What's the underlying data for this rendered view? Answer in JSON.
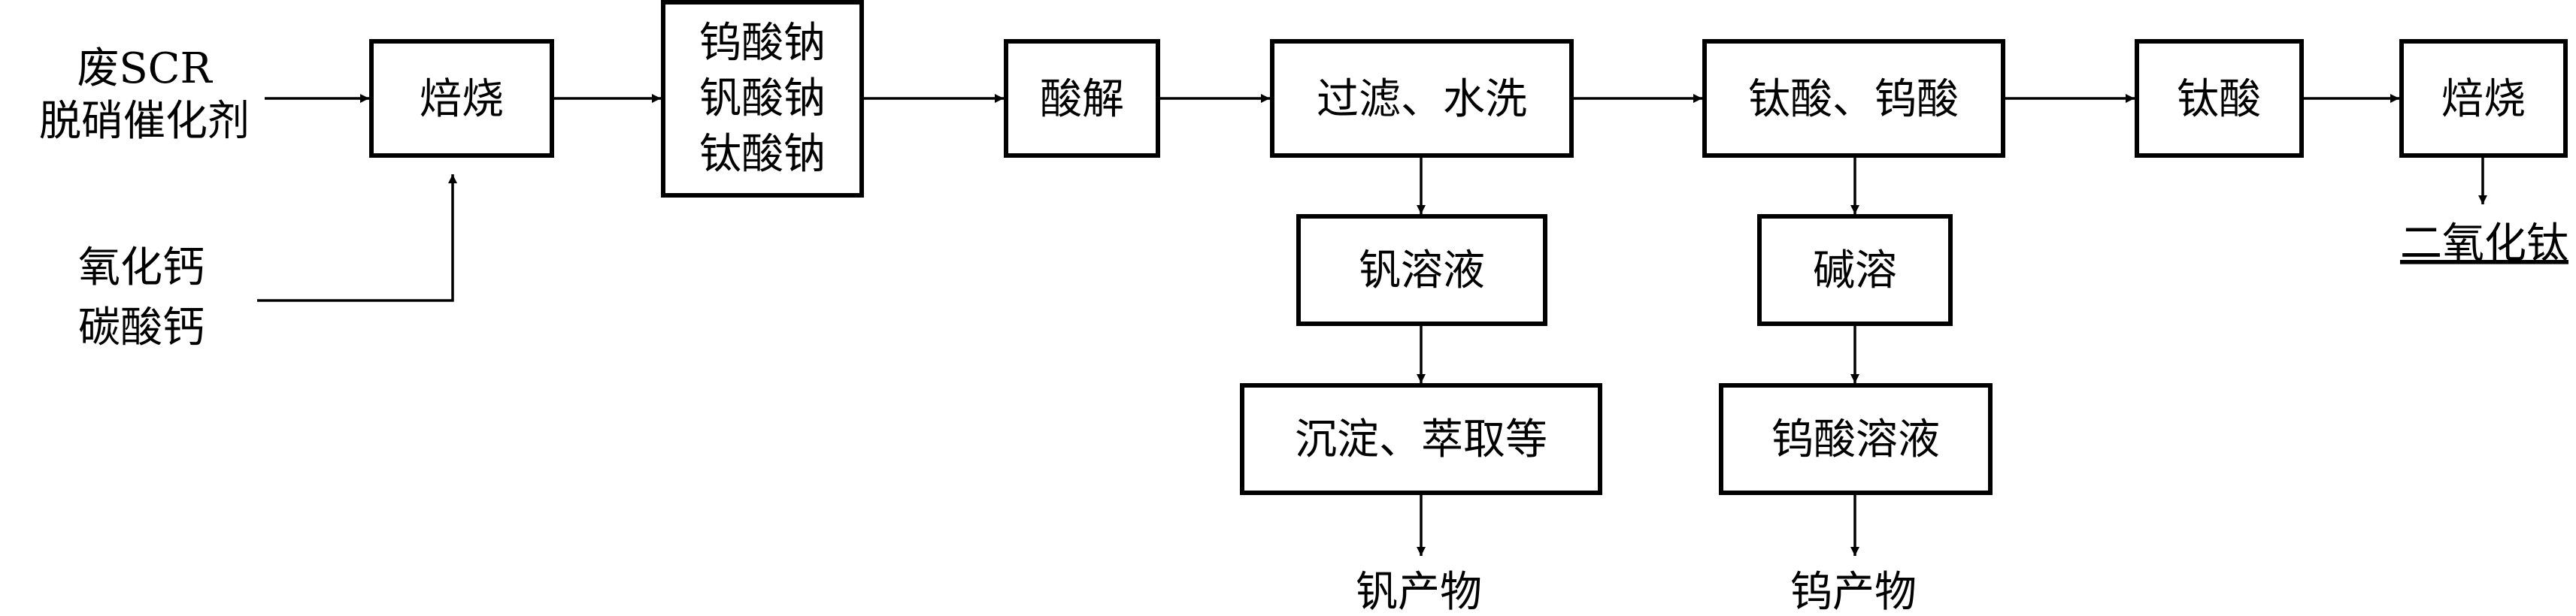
{
  "inputs": {
    "catalyst_line1": "废SCR",
    "catalyst_line2": "脱硝催化剂",
    "additive_line1": "氧化钙",
    "additive_line2": "碳酸钙"
  },
  "steps": {
    "roast1": "焙烧",
    "salts_line1": "钨酸钠",
    "salts_line2": "钒酸钠",
    "salts_line3": "钛酸钠",
    "acid_leach": "酸解",
    "filter_wash": "过滤、水洗",
    "titanic_tungstic": "钛酸、钨酸",
    "titanic_acid": "钛酸",
    "roast2": "焙烧",
    "vanadium_solution": "钒溶液",
    "precipitation_extraction": "沉淀、萃取等",
    "alkali_dissolve": "碱溶",
    "tungstate_solution": "钨酸溶液"
  },
  "outputs": {
    "titanium_dioxide": "二氧化钛",
    "vanadium_product": "钒产物",
    "tungsten_product": "钨产物"
  }
}
